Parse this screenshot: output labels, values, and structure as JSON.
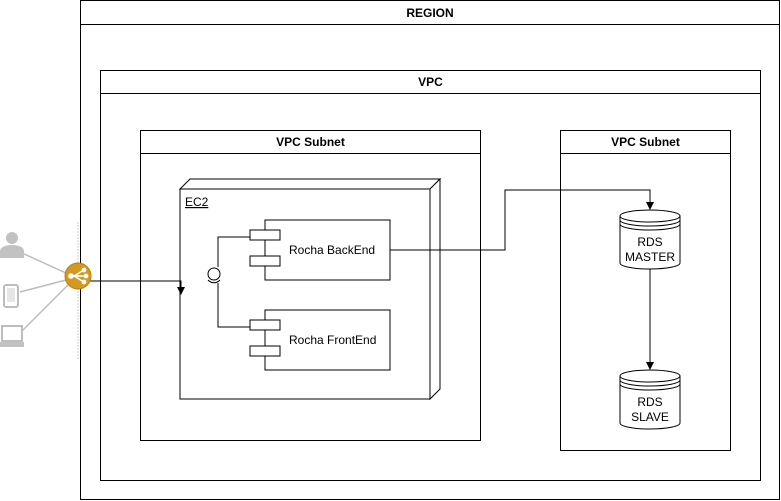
{
  "region": {
    "title": "REGION"
  },
  "vpc": {
    "title": "VPC"
  },
  "subnet_left": {
    "title": "VPC Subnet"
  },
  "subnet_right": {
    "title": "VPC Subnet"
  },
  "ec2": {
    "label": "EC2"
  },
  "components": {
    "backend": "Rocha BackEnd",
    "frontend": "Rocha FrontEnd"
  },
  "databases": {
    "master": {
      "line1": "RDS",
      "line2": "MASTER"
    },
    "slave": {
      "line1": "RDS",
      "line2": "SLAVE"
    }
  },
  "clients": [
    "user-icon",
    "mobile-icon",
    "laptop-icon"
  ],
  "load_balancer_icon": "load-balancer-icon",
  "colors": {
    "load_balancer": "#d49a1f",
    "client_gray": "#bdbdbd",
    "line": "#000000"
  }
}
